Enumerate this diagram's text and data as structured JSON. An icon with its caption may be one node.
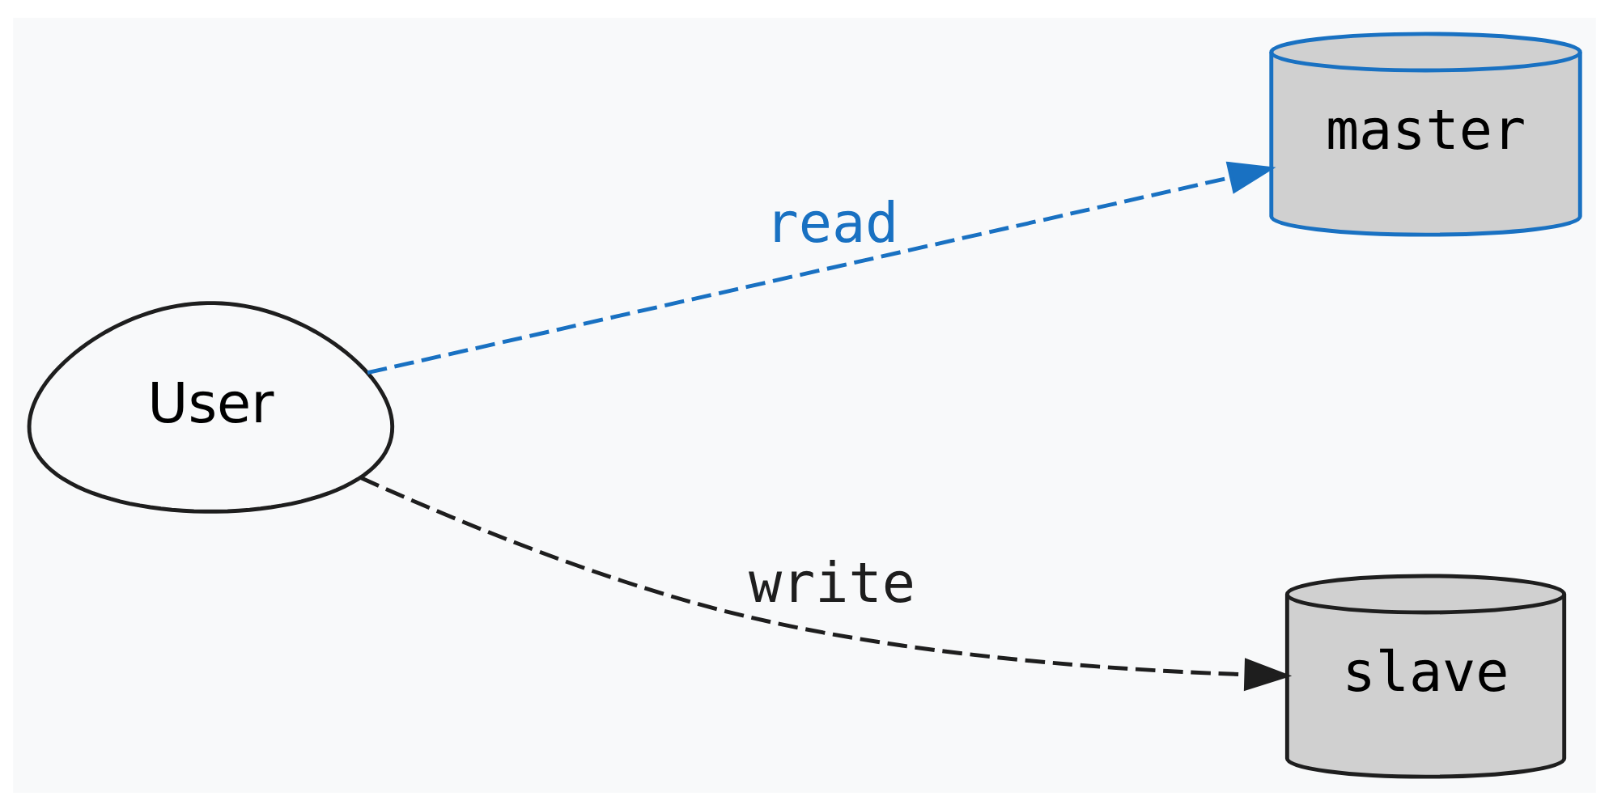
{
  "diagram": {
    "nodes": [
      {
        "text": [
          "User"
        ]
      },
      {
        "text": [
          "master"
        ]
      },
      {
        "text": [
          "slave"
        ]
      }
    ],
    "edges": [
      {
        "from": 0,
        "to": 1,
        "arrow": "to",
        "label": "read",
        "style": "dashed",
        "color": "#1971c2"
      },
      {
        "from": 0,
        "to": 2,
        "arrow": "to",
        "label": "write",
        "style": "dashed",
        "color": "#1e1e1e"
      }
    ]
  }
}
